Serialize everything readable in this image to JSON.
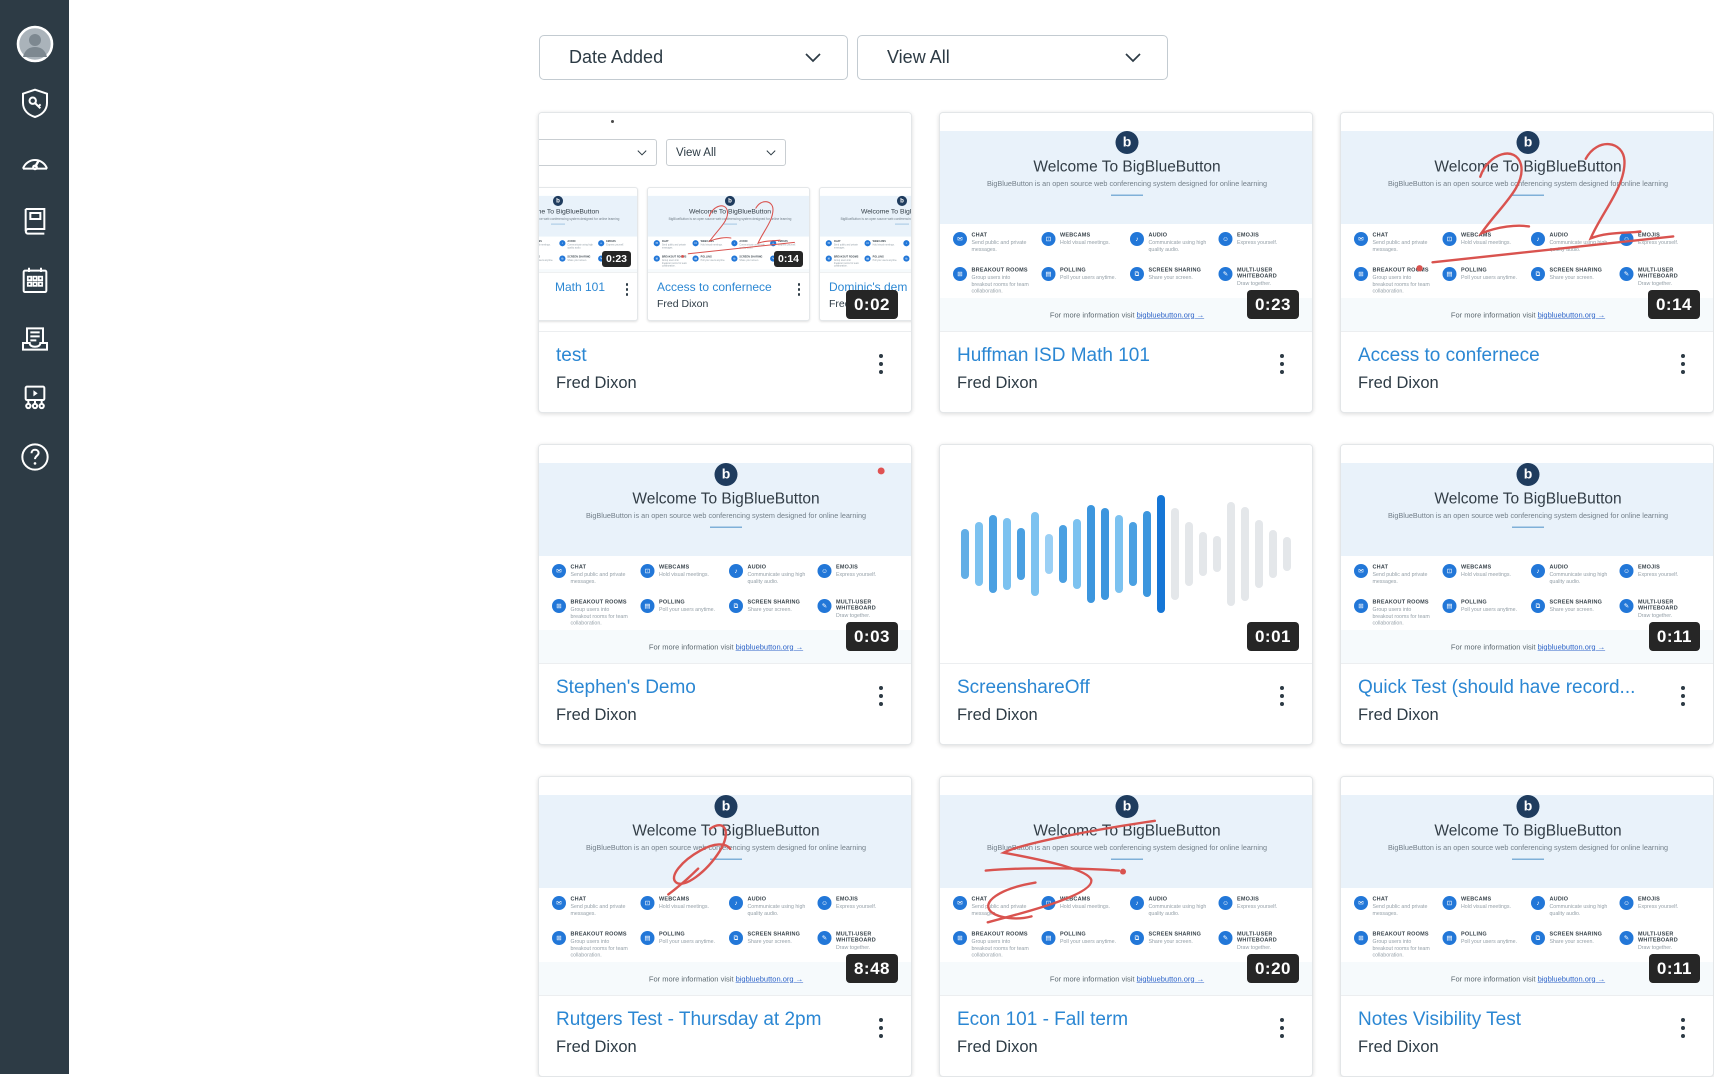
{
  "colors": {
    "sidebar_bg": "#2d3b45",
    "link_blue": "#2b87d3",
    "badge_bg": "#262626",
    "annotation_red": "#d9534f",
    "bbb_icon_blue": "#2277d8"
  },
  "sidebar": {
    "items": [
      {
        "name": "account-avatar"
      },
      {
        "name": "admin-shield-key"
      },
      {
        "name": "dashboard-gauge"
      },
      {
        "name": "courses-book"
      },
      {
        "name": "calendar"
      },
      {
        "name": "inbox-tray"
      },
      {
        "name": "studio-monitor"
      },
      {
        "name": "help-question"
      }
    ]
  },
  "filters": {
    "sort_label": "Date Added",
    "view_label": "View All"
  },
  "bbb_slide": {
    "logo_letter": "b",
    "title": "Welcome To BigBlueButton",
    "subtitle": "BigBlueButton is an open source web conferencing system designed for online learning",
    "features": [
      {
        "name": "CHAT",
        "desc": "Send public and private messages.",
        "icon": "✉"
      },
      {
        "name": "WEBCAMS",
        "desc": "Hold visual meetings.",
        "icon": "⊡"
      },
      {
        "name": "AUDIO",
        "desc": "Communicate using high quality audio.",
        "icon": "♪"
      },
      {
        "name": "EMOJIS",
        "desc": "Express yourself.",
        "icon": "☺"
      },
      {
        "name": "BREAKOUT ROOMS",
        "desc": "Group users into breakout rooms for team collaboration.",
        "icon": "⊞"
      },
      {
        "name": "POLLING",
        "desc": "Poll your users anytime.",
        "icon": "▤"
      },
      {
        "name": "SCREEN SHARING",
        "desc": "Share your screen.",
        "icon": "⧉"
      },
      {
        "name": "MULTI-USER WHITEBOARD",
        "desc": "Draw together.",
        "icon": "✎"
      }
    ],
    "footer_text": "For more information visit",
    "footer_link": "bigbluebutton.org →"
  },
  "mini_gallery": {
    "view_all": "View All",
    "cards": [
      {
        "title": "Math 101",
        "duration": "0:23"
      },
      {
        "title": "Access to confernece",
        "author": "Fred Dixon",
        "duration": "0:14"
      },
      {
        "title": "Dominic's dem",
        "author": "Fred Dixon"
      }
    ]
  },
  "cards": [
    {
      "title": "test",
      "author": "Fred Dixon",
      "duration": "0:02",
      "thumb": "mini-gallery"
    },
    {
      "title": "Huffman ISD Math 101",
      "author": "Fred Dixon",
      "duration": "0:23",
      "thumb": "bbb"
    },
    {
      "title": "Access to confernece",
      "author": "Fred Dixon",
      "duration": "0:14",
      "thumb": "bbb",
      "annotation": "access"
    },
    {
      "title": "Stephen's Demo",
      "author": "Fred Dixon",
      "duration": "0:03",
      "thumb": "bbb",
      "annotation": "reddot"
    },
    {
      "title": "ScreenshareOff",
      "author": "Fred Dixon",
      "duration": "0:01",
      "thumb": "waveform"
    },
    {
      "title": "Quick Test (should have record...",
      "author": "Fred Dixon",
      "duration": "0:11",
      "thumb": "bbb"
    },
    {
      "title": "Rutgers Test - Thursday at 2pm",
      "author": "Fred Dixon",
      "duration": "8:48",
      "thumb": "bbb",
      "annotation": "rutgers"
    },
    {
      "title": "Econ 101 - Fall term",
      "author": "Fred Dixon",
      "duration": "0:20",
      "thumb": "bbb",
      "annotation": "econ"
    },
    {
      "title": "Notes Visibility Test",
      "author": "Fred Dixon",
      "duration": "0:11",
      "thumb": "bbb"
    }
  ],
  "waveform": {
    "bars": [
      {
        "h": 50,
        "c": "#62aee6"
      },
      {
        "h": 64,
        "c": "#7cc2f0"
      },
      {
        "h": 78,
        "c": "#4aa0e2"
      },
      {
        "h": 72,
        "c": "#7cc2f0"
      },
      {
        "h": 52,
        "c": "#4aa0e2"
      },
      {
        "h": 84,
        "c": "#7cc2f0"
      },
      {
        "h": 40,
        "c": "#9bd0f5"
      },
      {
        "h": 58,
        "c": "#4aa0e2"
      },
      {
        "h": 70,
        "c": "#7cc2f0"
      },
      {
        "h": 98,
        "c": "#3c96de"
      },
      {
        "h": 92,
        "c": "#3c96de"
      },
      {
        "h": 78,
        "c": "#7cc2f0"
      },
      {
        "h": 64,
        "c": "#4aa0e2"
      },
      {
        "h": 86,
        "c": "#3c96de"
      },
      {
        "h": 118,
        "c": "#1576d6"
      },
      {
        "h": 92,
        "c": "#e4e7ea"
      },
      {
        "h": 64,
        "c": "#e4e7ea"
      },
      {
        "h": 44,
        "c": "#e4e7ea"
      },
      {
        "h": 36,
        "c": "#e4e7ea"
      },
      {
        "h": 104,
        "c": "#e4e7ea"
      },
      {
        "h": 94,
        "c": "#e4e7ea"
      },
      {
        "h": 68,
        "c": "#e4e7ea"
      },
      {
        "h": 48,
        "c": "#e4e7ea"
      },
      {
        "h": 34,
        "c": "#e4e7ea"
      }
    ]
  }
}
